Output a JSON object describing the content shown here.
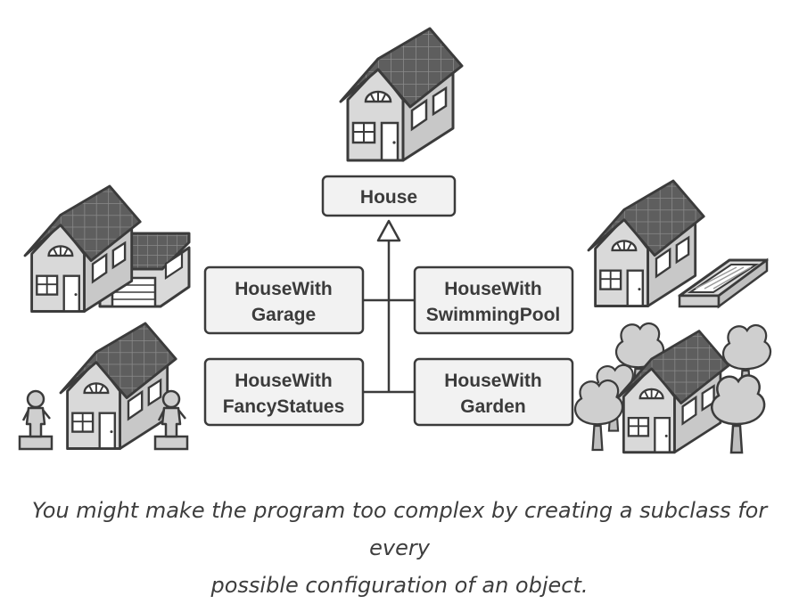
{
  "diagram": {
    "base_class": "House",
    "subclasses": {
      "garage": [
        "HouseWith",
        "Garage"
      ],
      "pool": [
        "HouseWith",
        "SwimmingPool"
      ],
      "statues": [
        "HouseWith",
        "FancyStatues"
      ],
      "garden": [
        "HouseWith",
        "Garden"
      ]
    }
  },
  "caption": {
    "line1": "You might make the program too complex by creating a subclass for every",
    "line2": "possible configuration of an object."
  },
  "colors": {
    "box_fill": "#f2f2f2",
    "stroke": "#3b3b3b",
    "roof": "#5e5e5e",
    "wall": "#d9d9d9"
  }
}
